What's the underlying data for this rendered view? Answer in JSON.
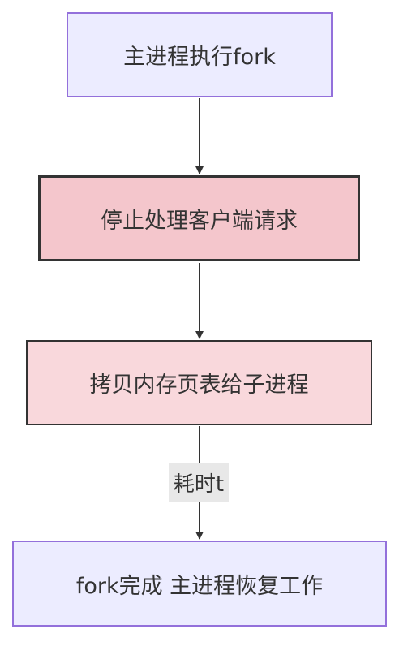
{
  "diagram": {
    "nodes": [
      {
        "id": "n1",
        "label": "主进程执行fork"
      },
      {
        "id": "n2",
        "label": "停止处理客户端请求"
      },
      {
        "id": "n3",
        "label": "拷贝内存页表给子进程"
      },
      {
        "id": "n4",
        "label": "fork完成 主进程恢复工作"
      }
    ],
    "edges": [
      {
        "from": "n1",
        "to": "n2",
        "label": ""
      },
      {
        "from": "n2",
        "to": "n3",
        "label": ""
      },
      {
        "from": "n3",
        "to": "n4",
        "label": "耗时t"
      }
    ],
    "colors": {
      "default_fill": "#ECECFF",
      "default_stroke": "#9370DB",
      "highlight_fill": "#F4C6CC",
      "secondary_fill": "#F9D8DC",
      "line": "#333333",
      "edge_label_bg": "#E8E8E8"
    }
  }
}
